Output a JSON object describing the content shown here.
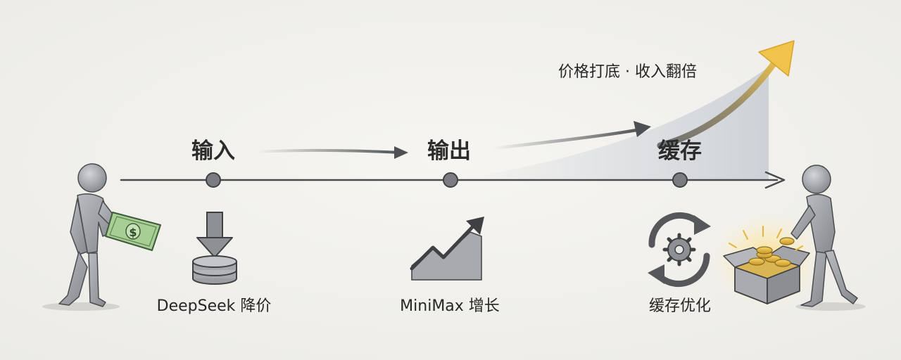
{
  "stages": [
    {
      "label": "输入",
      "caption": "DeepSeek 降价"
    },
    {
      "label": "输出",
      "caption": "MiniMax 增长"
    },
    {
      "label": "缓存",
      "caption": "缓存优化"
    }
  ],
  "headline": "价格打底 · 收入翻倍",
  "icons": {
    "left_figure": "person-paying-icon",
    "money": "banknote-icon",
    "price_drop": "down-arrow-coins-icon",
    "growth": "rising-chart-icon",
    "cache": "cycle-gear-icon",
    "treasure": "coin-box-icon",
    "right_figure": "person-receiving-icon"
  },
  "colors": {
    "line": "#4a4b4f",
    "node": "#707276",
    "gold": "#e6b53c",
    "money": "#a8cf93"
  }
}
